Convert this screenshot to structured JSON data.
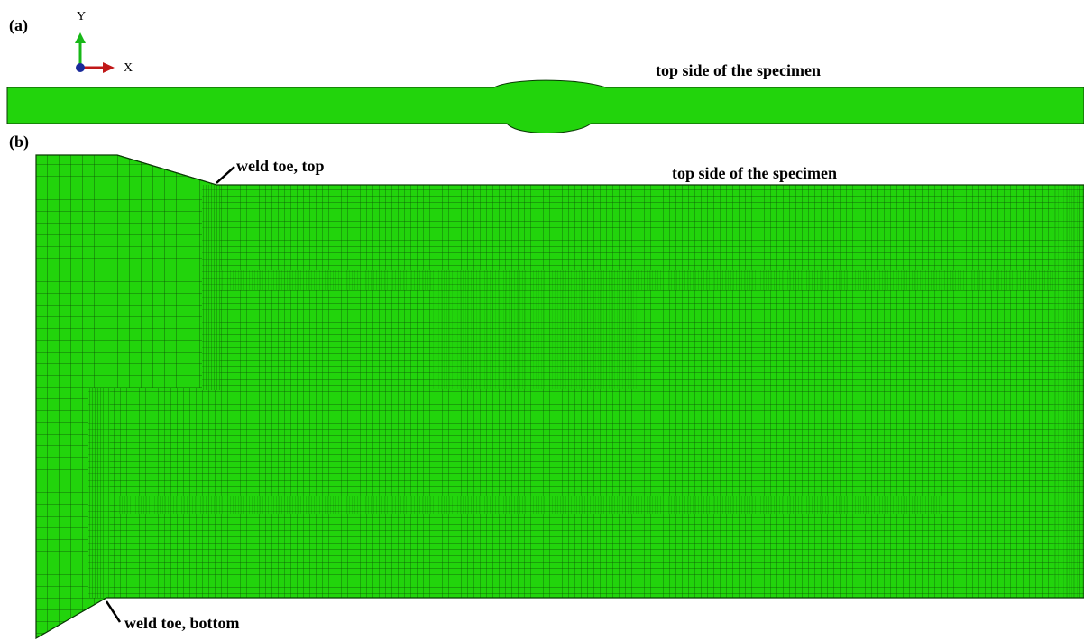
{
  "panel_a": {
    "label": "(a)",
    "annotation": "top side of the specimen",
    "axis_x": "X",
    "axis_y": "Y"
  },
  "panel_b": {
    "label": "(b)",
    "annotation_top": "top side of the specimen",
    "weld_toe_top": "weld toe, top",
    "weld_toe_bottom": "weld toe, bottom"
  },
  "colors": {
    "mesh_fill": "#22d40c",
    "mesh_line": "#0a3a05",
    "x_axis": "#c01818",
    "y_axis": "#18b818",
    "origin": "#1a2a9a"
  }
}
